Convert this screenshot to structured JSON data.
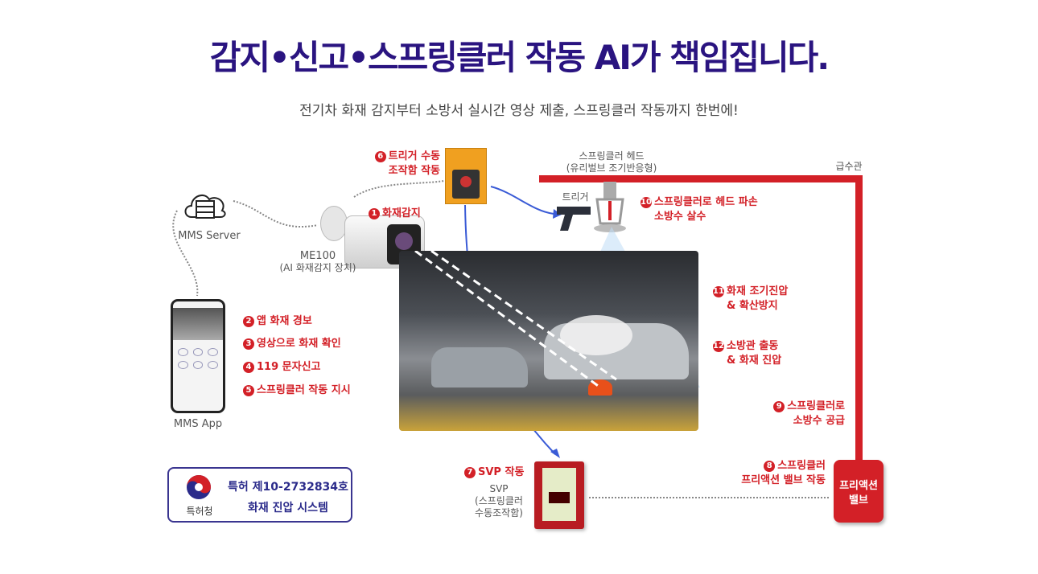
{
  "header": {
    "title": "감지•신고•스프링클러 작동 AI가 책임집니다.",
    "subtitle": "전기차 화재 감지부터 소방서 실시간 영상 제출, 스프링클러 작동까지 한번에!"
  },
  "labels": {
    "mms_server": "MMS Server",
    "mms_app": "MMS App",
    "camera_name": "ME100",
    "camera_desc": "(AI 화재감지 장치)",
    "sprinkler_head": "스프링클러 헤드",
    "sprinkler_head_desc": "(유리벌브 조기반응형)",
    "water_pipe": "급수관",
    "trigger": "트리거",
    "svp": "SVP",
    "svp_desc1": "(스프링클러",
    "svp_desc2": "수동조작함)",
    "valve": "프리액션 밸브"
  },
  "steps": [
    {
      "n": "1",
      "lines": [
        "화재감지"
      ]
    },
    {
      "n": "2",
      "lines": [
        "앱 화재 경보"
      ]
    },
    {
      "n": "3",
      "lines": [
        "영상으로 화재 확인"
      ]
    },
    {
      "n": "4",
      "lines": [
        "119 문자신고"
      ]
    },
    {
      "n": "5",
      "lines": [
        "스프링클러 작동 지시"
      ]
    },
    {
      "n": "6",
      "lines": [
        "트리거 수동",
        "조작함 작동"
      ]
    },
    {
      "n": "7",
      "lines": [
        "SVP 작동"
      ]
    },
    {
      "n": "8",
      "lines": [
        "스프링클러",
        "프리액션 밸브 작동"
      ]
    },
    {
      "n": "9",
      "lines": [
        "스프링클러로",
        "소방수 공급"
      ]
    },
    {
      "n": "10",
      "lines": [
        "스프링클러로 헤드 파손",
        "소방수 살수"
      ]
    },
    {
      "n": "11",
      "lines": [
        "화재 조기진압",
        "& 확산방지"
      ]
    },
    {
      "n": "12",
      "lines": [
        "소방관 출동",
        "& 화재 진압"
      ]
    }
  ],
  "patent": {
    "agency": "특허청",
    "number": "특허 제10-2732834호",
    "name": "화재 진압 시스템"
  },
  "colors": {
    "title": "#2a1480",
    "accent": "#d32027",
    "arrow": "#3a5bd6"
  }
}
